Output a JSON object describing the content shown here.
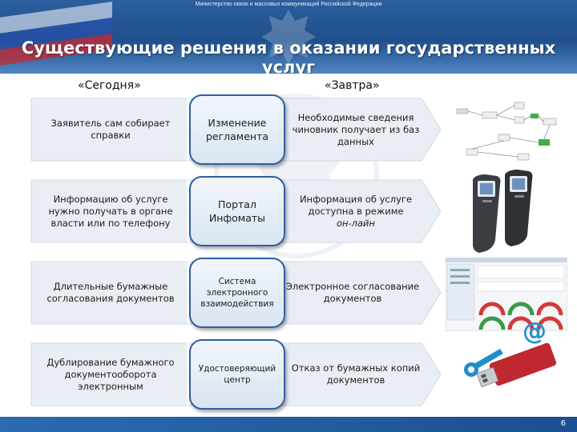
{
  "header": {
    "ministry": "Министерство связи и массовых коммуникаций Российской Федерации",
    "title": "Существующие решения в оказании государственных услуг"
  },
  "columns": {
    "today": "«Сегодня»",
    "tomorrow": "«Завтра»"
  },
  "rows": [
    {
      "today": "Заявитель сам собирает справки",
      "solution": "Изменение регламента",
      "tomorrow": "Необходимые сведения чиновник получает из баз данных"
    },
    {
      "today": "Информацию об услуге нужно получать в органе власти или по телефону",
      "solution": "Портал Инфоматы",
      "tomorrow": "Информация об услуге доступна в режиме",
      "tomorrow_italic": "он-лайн"
    },
    {
      "today": "Длительные бумажные согласования документов",
      "solution": "Система электронного взаимодействия",
      "tomorrow": "Электронное согласование документов"
    },
    {
      "today": "Дублирование бумажного документооборота электронным",
      "solution": "Удостоверяющий центр",
      "tomorrow": "Отказ от бумажных копий документов"
    }
  ],
  "footer": {
    "page_number": "6"
  },
  "colors": {
    "header_blue": "#1f4f8c",
    "pill_border": "#2f5fa3",
    "arrow_fill": "#e9eef5"
  },
  "icons": [
    "process-diagram-icon",
    "kiosk-icon",
    "dashboard-icon",
    "usb-key-icon"
  ]
}
